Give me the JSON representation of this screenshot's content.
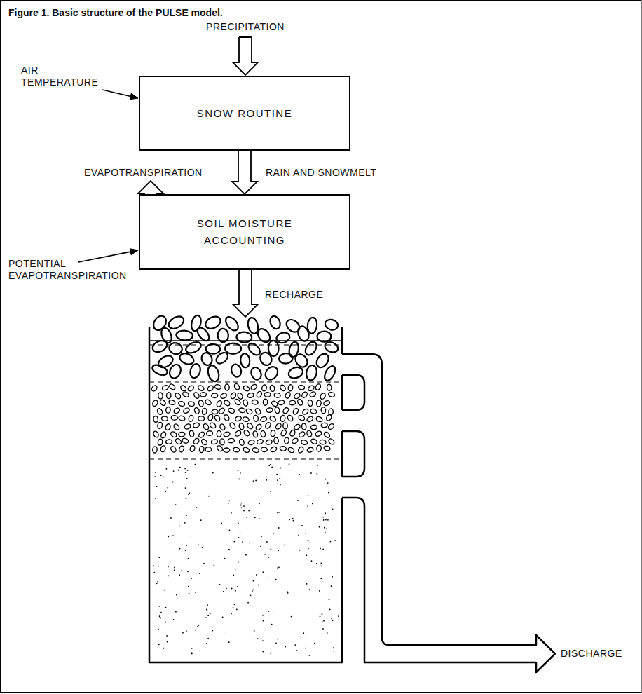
{
  "diagram": {
    "title": "Figure 1. Basic structure of the PULSE model.",
    "nodes": [
      {
        "text": [
          "SNOW ROUTINE"
        ]
      },
      {
        "text": [
          "SOIL MOISTURE ACCOUNTING"
        ]
      }
    ],
    "edges": [
      {
        "from": 0,
        "to": 1,
        "label": "RAIN AND SNOWMELT",
        "arrow": "to"
      }
    ],
    "labels": [
      "PRECIPITATION",
      "AIR TEMPERATURE",
      "EVAPOTRANSPIRATION",
      "POTENTIAL EVAPOTRANSPIRATION",
      "RECHARGE",
      "DISCHARGE"
    ]
  }
}
